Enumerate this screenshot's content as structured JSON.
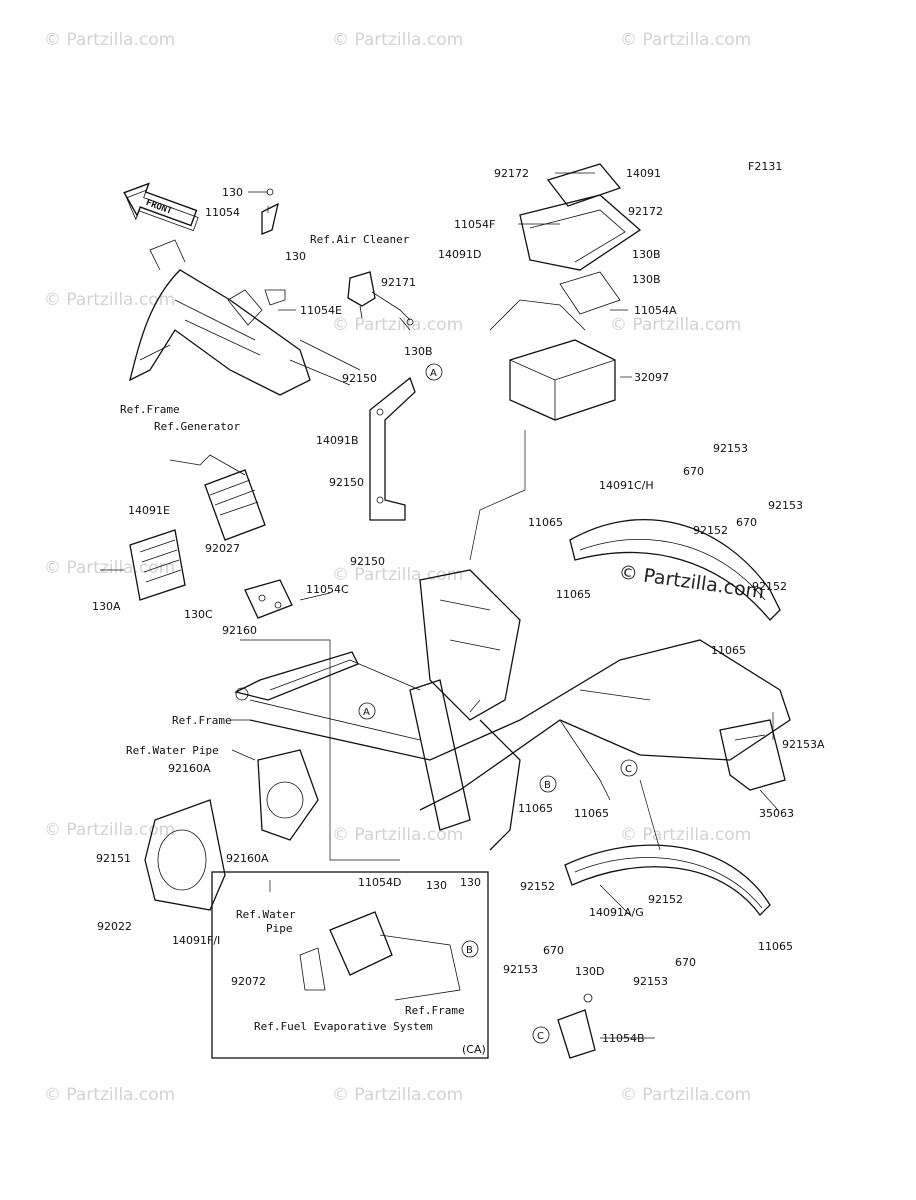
{
  "figure_code": "F2131",
  "watermark": "© Partzilla.com",
  "front_marker": "FRONT",
  "inset_region": "(CA)",
  "callouts": [
    "A",
    "A",
    "B",
    "B",
    "C",
    "C"
  ],
  "labels": {
    "l130_top": "130",
    "l11054_top": "11054",
    "l130_mid": "130",
    "l11054E": "11054E",
    "ref_air_cleaner": "Ref.Air Cleaner",
    "l92171": "92171",
    "l130B_left": "130B",
    "ref_frame_top": "Ref.Frame",
    "ref_generator": "Ref.Generator",
    "l92150_a": "92150",
    "l14091B": "14091B",
    "l92150_b": "92150",
    "l92150_c": "92150",
    "l14091E": "14091E",
    "l92027": "92027",
    "l130A": "130A",
    "l130C": "130C",
    "l92160": "92160",
    "l11054C": "11054C",
    "l92172_a": "92172",
    "l14091": "14091",
    "l11054F": "11054F",
    "l92172_b": "92172",
    "l14091D": "14091D",
    "l130B_r1": "130B",
    "l130B_r2": "130B",
    "l11054A": "11054A",
    "l32097": "32097",
    "l92153_a": "92153",
    "l670_a": "670",
    "l14091CH": "14091C/H",
    "l92153_b": "92153",
    "l11065_a": "11065",
    "l92152_a": "92152",
    "l670_b": "670",
    "l11065_b": "11065",
    "l92152_b": "92152",
    "l11065_c": "11065",
    "ref_frame_mid": "Ref.Frame",
    "ref_water_pipe": "Ref.Water Pipe",
    "l92160A_a": "92160A",
    "l92153A": "92153A",
    "l35063": "35063",
    "l11065_d": "11065",
    "l11065_e": "11065",
    "l92151": "92151",
    "l92160A_b": "92160A",
    "l92022": "92022",
    "ref_water_pipe_2a": "Ref.Water",
    "ref_water_pipe_2b": "Pipe",
    "l14091FI": "14091F/I",
    "l11054D": "11054D",
    "l130_i1": "130",
    "l130_i2": "130",
    "l92152_c": "92152",
    "l14091AG": "14091A/G",
    "l92152_d": "92152",
    "l670_c": "670",
    "l92153_c": "92153",
    "l670_d": "670",
    "l92153_d": "92153",
    "l11065_f": "11065",
    "l92072": "92072",
    "ref_frame_inset": "Ref.Frame",
    "ref_fuel_evap": "Ref.Fuel Evaporative System",
    "l130D": "130D",
    "l11054B": "11054B"
  },
  "colors": {
    "ink": "#111111",
    "watermark": "#d2d2d2",
    "background": "#ffffff"
  }
}
